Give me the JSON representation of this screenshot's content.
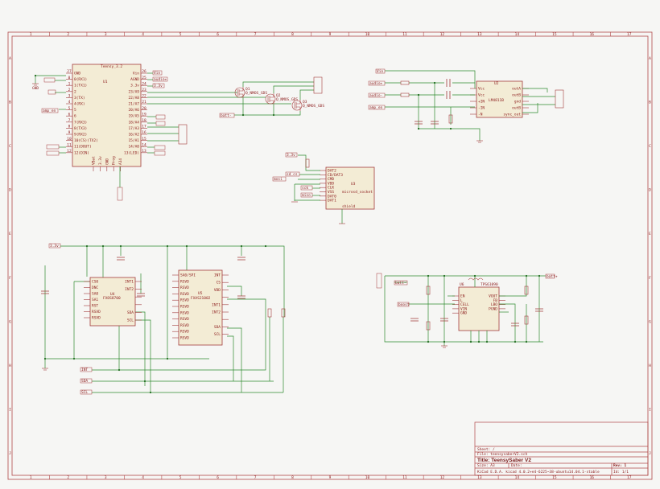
{
  "colors": {
    "border": "#b04848",
    "body": "#a33b3b",
    "body_fill": "#f3ecd5",
    "wire": "#2e8b2e",
    "text": "#7a1a1a",
    "label": "#8b1a1a",
    "dot": "#1f6b1f",
    "background": "#f6f6f4"
  },
  "border": {
    "cols": [
      "1",
      "2",
      "3",
      "4",
      "5",
      "6",
      "7",
      "8",
      "9",
      "10",
      "11",
      "12",
      "13",
      "14",
      "15",
      "16",
      "17"
    ],
    "rows": [
      "A",
      "B",
      "C",
      "D",
      "E",
      "F",
      "G",
      "H",
      "I",
      "J"
    ]
  },
  "title_block": {
    "sheet": "Sheet: /",
    "file": "File: teensysaberV2.sch",
    "title": "Title: TeensySaber V2",
    "size": "Size: A3",
    "date": "Date:",
    "rev": "Rev: 1",
    "kicad": "KiCad E.D.A.  kicad 4.0.2+e4-6225~38-ubuntu14.04.1-stable",
    "id": "Id: 1/1"
  },
  "u1": {
    "name": "Teensy_3.2",
    "ref": "U1",
    "left_pins": [
      {
        "num": "27",
        "name": "GND"
      },
      {
        "num": "0",
        "name": "0(RX1)"
      },
      {
        "num": "1",
        "name": "1(TX1)"
      },
      {
        "num": "2",
        "name": "2"
      },
      {
        "num": "3",
        "name": "3(TX)"
      },
      {
        "num": "4",
        "name": "4(RX)"
      },
      {
        "num": "5",
        "name": "5"
      },
      {
        "num": "6",
        "name": "6"
      },
      {
        "num": "7",
        "name": "7(RX3)"
      },
      {
        "num": "8",
        "name": "8(TX3)"
      },
      {
        "num": "9",
        "name": "9(RX2)"
      },
      {
        "num": "10",
        "name": "10(CS)(TX2)"
      },
      {
        "num": "11",
        "name": "11(DOUT)"
      },
      {
        "num": "12",
        "name": "12(DIN)"
      }
    ],
    "right_pins": [
      {
        "num": "26",
        "name": "Vin"
      },
      {
        "num": "25",
        "name": "AGND"
      },
      {
        "num": "24",
        "name": "3.3v"
      },
      {
        "num": "23",
        "name": "23/A9"
      },
      {
        "num": "22",
        "name": "22/A8"
      },
      {
        "num": "21",
        "name": "21/A7"
      },
      {
        "num": "20",
        "name": "20/A6"
      },
      {
        "num": "19",
        "name": "19/A5"
      },
      {
        "num": "18",
        "name": "18/A4"
      },
      {
        "num": "17",
        "name": "17/A3"
      },
      {
        "num": "16",
        "name": "16/A2"
      },
      {
        "num": "15",
        "name": "15/A1"
      },
      {
        "num": "14",
        "name": "14/A0"
      },
      {
        "num": "13",
        "name": "13(LED)"
      }
    ],
    "bottom_pins": [
      "VBat",
      "3.3v",
      "GND",
      "Prog",
      "A14"
    ]
  },
  "u2": {
    "name": "LM4811B",
    "ref": "U2",
    "left_pins": [
      "Vcc",
      "Vcc",
      "+IN",
      "-IN",
      "-N"
    ],
    "right_pins": [
      "outA",
      "outB",
      "gnd",
      "outB",
      "sync_out"
    ]
  },
  "u3": {
    "name": "microsd_socket",
    "ref": "U3",
    "pins": [
      "DAT2",
      "CD/DAT3",
      "CMD",
      "VDD",
      "CLK",
      "VSS",
      "DAT0",
      "DAT1"
    ],
    "bottom": "shield"
  },
  "u4": {
    "name": "FXOS8700",
    "ref": "U4",
    "left_pins": [
      "CS0",
      "DNC",
      "SA0",
      "SA1",
      "RST",
      "RSVD",
      "RSVD"
    ],
    "right_pins": [
      "INT1",
      "INT2",
      "",
      "",
      "SDA",
      "SCL"
    ]
  },
  "u5": {
    "name": "FXAS21002",
    "ref": "U5",
    "left_pins": [
      "SA0/SPI",
      "RSVD",
      "RSVD",
      "RSVD",
      "RSVD",
      "RSVD",
      "RSVD",
      "RSVD",
      "RSVD",
      "RSVD",
      "RSVD"
    ],
    "right_pins": [
      "INT",
      "CS",
      "VDD",
      "",
      "INT1",
      "INT2",
      "",
      "SDA",
      "SCL"
    ]
  },
  "u6": {
    "name": "TPS61090",
    "ref": "U6",
    "left_pins": [
      "EN",
      "L",
      "CELL",
      "VIN",
      "GND"
    ],
    "right_pins": [
      "VOUT",
      "FB",
      "LBO",
      "PGND"
    ]
  },
  "mosfets": [
    {
      "ref": "Q1",
      "name": "Q_NMOS_GDS"
    },
    {
      "ref": "Q2",
      "name": "Q_NMOS_GDS"
    },
    {
      "ref": "Q3",
      "name": "Q_NMOS_GDS"
    }
  ],
  "net_labels": {
    "vin_a": "Vin",
    "audio_plus": "audio+",
    "v33_a": "3.3v",
    "audio_p": "audio+",
    "audio_m": "audio-",
    "amp_en": "amp_en",
    "sd_cs": "sd_cs",
    "sd_mosi": "mosi",
    "sd_sck": "sck",
    "sd_miso": "miso",
    "v33_b": "3.3v",
    "batt_m": "batt-",
    "int": "INT",
    "sda": "SDA",
    "scl": "SCL",
    "batt_plus": "batt+",
    "boost": "boost"
  }
}
